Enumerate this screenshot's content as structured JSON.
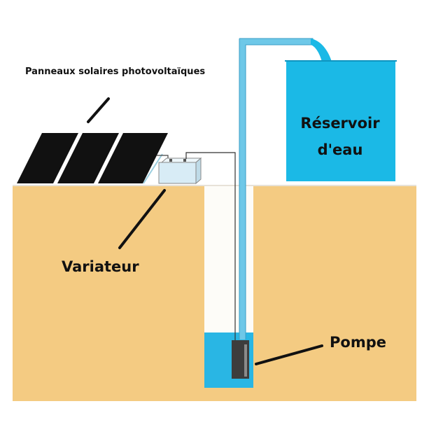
{
  "labels": {
    "solar_panels": "Panneaux solaires photovoltaïques",
    "controller": "Variateur",
    "tank_line1": "Réservoir",
    "tank_line2": "d'eau",
    "pump": "Pompe"
  },
  "colors": {
    "ground": "#f4cb82",
    "ground_line": "#e7e2d8",
    "water": "#1bb9e6",
    "water_well": "#29b6e4",
    "pipe": "#6ec8e8",
    "panel": "#111111",
    "controller_fill": "#d8ecf6",
    "pump": "#3d3d3d",
    "leader": "#111111"
  },
  "icons": {
    "panels": "solar-panel-icon",
    "controller": "controller-box-icon",
    "pump": "pump-icon",
    "tank": "water-tank-icon"
  }
}
